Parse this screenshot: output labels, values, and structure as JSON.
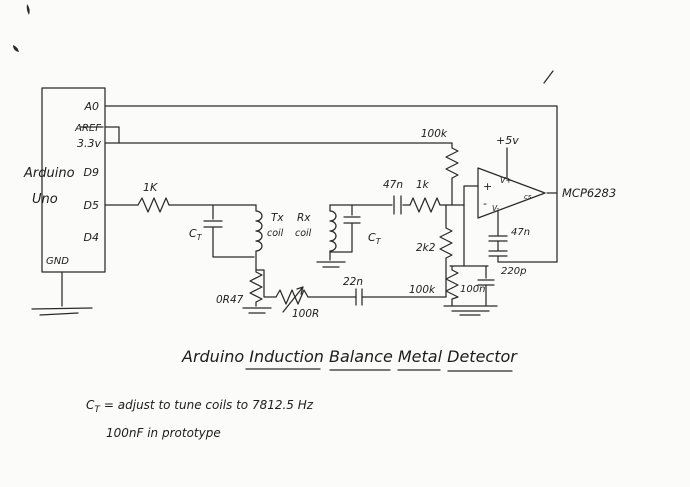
{
  "colors": {
    "ink": "#2a2a2a",
    "paper": "#fbfbf9"
  },
  "arduino": {
    "label_line1": "Arduino",
    "label_line2": "Uno",
    "pins": {
      "a0": "A0",
      "aref": "AREF",
      "v33": "3.3v",
      "d9": "D9",
      "d5": "D5",
      "d4": "D4",
      "gnd": "GND"
    }
  },
  "components": {
    "r_drive": "1K",
    "c_tune_letter": "C",
    "c_tune_sub": "T",
    "tx": "Tx",
    "rx": "Rx",
    "coil_a": "coil",
    "coil_b": "coil",
    "r_damp": "0R47",
    "pot": "100R",
    "c_22n": "22n",
    "c_coupling": "47n",
    "r_input": "1k",
    "r_gain": "2k2",
    "r_bias_top": "100k",
    "r_bias_bottom": "100k",
    "c_bias": "100n",
    "supply": "+5v",
    "opamp_plus": "+",
    "opamp_minus": "-",
    "opamp_vplus": "V+",
    "opamp_vminus": "V-",
    "opamp_cs": "cs",
    "opamp_part": "MCP6283",
    "c_feedback": "47n",
    "c_feedback2": "220p"
  },
  "title": "Arduino Induction Balance Metal Detector",
  "notes": {
    "line1_letter": "C",
    "line1_sub": "T",
    "line1_rest": "= adjust to tune coils to 7812.5 Hz",
    "line2": "100nF in prototype"
  }
}
